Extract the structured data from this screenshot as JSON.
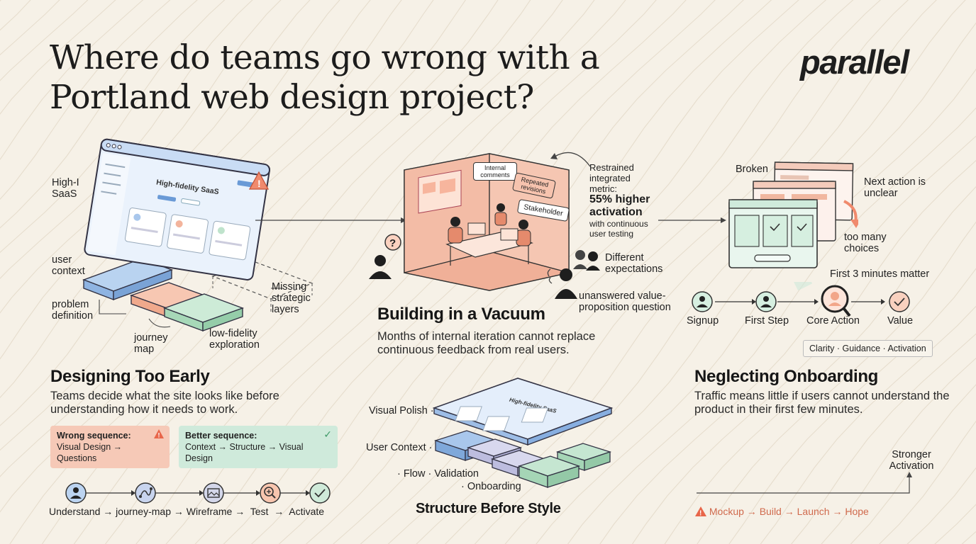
{
  "title": "Where do teams go wrong with a Portland web design project?",
  "logo": "parallel",
  "col1": {
    "window_title": "High-fidelity SaaS",
    "left_label": "High-I SaaS",
    "labels": {
      "user_context": "user context",
      "problem_definition": "problem definition",
      "journey_map": "journey map",
      "low_fidelity": "low-fidelity exploration",
      "missing": "Missing strategic layers"
    },
    "heading": "Designing Too Early",
    "subtitle": "Teams decide what the site looks like before understanding how it needs to work.",
    "wrong": {
      "label": "Wrong sequence:",
      "text": "Visual Design → Questions"
    },
    "better": {
      "label": "Better sequence:",
      "text": "Context → Structure → Visual Design"
    },
    "steps": [
      "Understand",
      "journey-map",
      "Wireframe",
      "Test",
      "Activate"
    ]
  },
  "col2": {
    "callouts": {
      "internal": "Internal comments",
      "repeated": "Repeated revisions",
      "stakeholder": "Stakeholder"
    },
    "metric": {
      "pre": "Restrained integrated metric:",
      "big": "55% higher activation",
      "post": "with continuous user testing"
    },
    "different": "Different expectations",
    "unanswered": "unanswered value-proposition question",
    "question_mark": "?",
    "heading": "Building in a Vacuum",
    "subtitle": "Months of internal iteration cannot replace continuous feedback from real users.",
    "stack_title": "High-fidelity SaaS",
    "stack_labels": {
      "visual_polish": "Visual Polish ·",
      "user_context": "User Context ·",
      "flow": "· Flow · Validation",
      "onboarding": "· Onboarding"
    },
    "stack_heading": "Structure Before Style"
  },
  "col3": {
    "broken": "Broken",
    "next_action": "Next action is unclear",
    "too_many": "too many choices",
    "first_3": "First 3 minutes matter",
    "steps": [
      "Signup",
      "First Step",
      "Core Action",
      "Value"
    ],
    "tagline": "Clarity · Guidance · Activation",
    "heading": "Neglecting Onboarding",
    "subtitle": "Traffic means little if users cannot understand the product in their first few minutes.",
    "stronger": "Stronger Activation",
    "flow": [
      "Mockup",
      "Build",
      "Launch",
      "Hope"
    ]
  },
  "colors": {
    "background": "#f6f1e7",
    "blue": "#a9c7ec",
    "salmon": "#f3b49c",
    "green": "#bfe3cc",
    "lavender": "#d5d5e8",
    "room": "#f7cfbd",
    "warning": "#e8664a",
    "check": "#4fae79"
  }
}
